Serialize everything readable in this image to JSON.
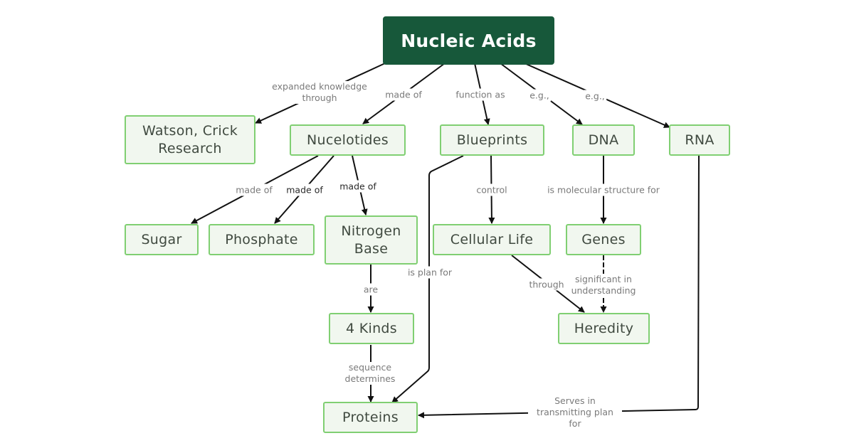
{
  "nodes": {
    "nucleic_acids": "Nucleic Acids",
    "watson_crick": "Watson, Crick Research",
    "nucleotides": "Nucelotides",
    "blueprints": "Blueprints",
    "dna": "DNA",
    "rna": "RNA",
    "sugar": "Sugar",
    "phosphate": "Phosphate",
    "nitrogen_base": "Nitrogen Base",
    "cellular_life": "Cellular Life",
    "genes": "Genes",
    "four_kinds": "4 Kinds",
    "heredity": "Heredity",
    "proteins": "Proteins"
  },
  "edges": {
    "expanded_knowledge": "expanded knowledge through",
    "made_of_nucleotides": "made of",
    "function_as": "function as",
    "eg_dna": "e.g.,",
    "eg_rna": "e.g.,",
    "made_of_sugar": "made of",
    "made_of_phosphate": "made of",
    "made_of_nitrogen": "made of",
    "control": "control",
    "is_molecular_structure_for": "is molecular structure for",
    "is_plan_for": "is plan for",
    "are": "are",
    "through": "through",
    "significant_in": "significant in understanding",
    "sequence_determines": "sequence determines",
    "serves_in": "Serves in transmitting plan for"
  }
}
